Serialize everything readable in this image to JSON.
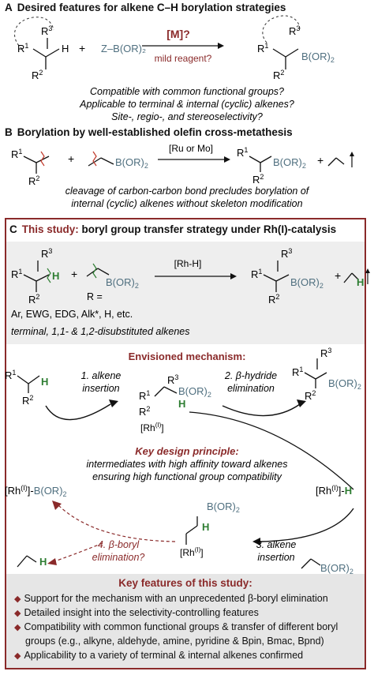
{
  "panel_a": {
    "letter": "A",
    "title": "Desired features for alkene C–H borylation strategies",
    "catalyst": "[M]?",
    "condition": "mild reagent?",
    "reagent": "Z–B(OR)₂",
    "questions": [
      "Compatible with common functional groups?",
      "Applicable to terminal & internal (cyclic) alkenes?",
      "Site-, regio-, and stereoselectivity?"
    ]
  },
  "panel_b": {
    "letter": "B",
    "title": "Borylation by well-established olefin cross-metathesis",
    "catalyst": "[Ru or Mo]",
    "notes": [
      "cleavage of carbon-carbon bond precludes borylation of",
      "internal (cyclic) alkenes without skeleton modification"
    ]
  },
  "panel_c": {
    "letter": "C",
    "title_highlight": "This study:",
    "title_rest": "boryl group transfer strategy under Rh(I)-catalysis",
    "catalyst": "[Rh-H]",
    "r_label": "R =",
    "r_values": "Ar, EWG, EDG, Alk*, H, etc.",
    "scope": "terminal, 1,1- & 1,2-disubstituted alkenes",
    "mechanism_title": "Envisioned mechanism:",
    "step1": [
      "1. alkene",
      "insertion"
    ],
    "step2": [
      "2. β-hydride",
      "elimination"
    ],
    "step3": [
      "3. alkene",
      "insertion"
    ],
    "step4": [
      "4. β-boryl",
      "elimination?"
    ],
    "design_title": "Key design principle:",
    "design_lines": [
      "intermediates with high affinity toward alkenes",
      "ensuring high functional group compatibility"
    ]
  },
  "key_features": {
    "title": "Key features of this study:",
    "items": [
      "Support for the mechanism with an unprecedented β-boryl elimination",
      "Detailed insight into the selectivity-controlling features",
      "Compatibility with common functional groups & transfer of different boryl",
      "groups (e.g., alkyne, aldehyde, amine, pyridine & Bpin, Bmac, Bpnd)",
      "Applicability to a variety of terminal & internal alkenes confirmed"
    ]
  },
  "colors": {
    "boron": "#4f6f7f",
    "hydrogen": "#2e7d32",
    "accent": "#8a2a2a",
    "bond_cut": "#c0392b"
  }
}
